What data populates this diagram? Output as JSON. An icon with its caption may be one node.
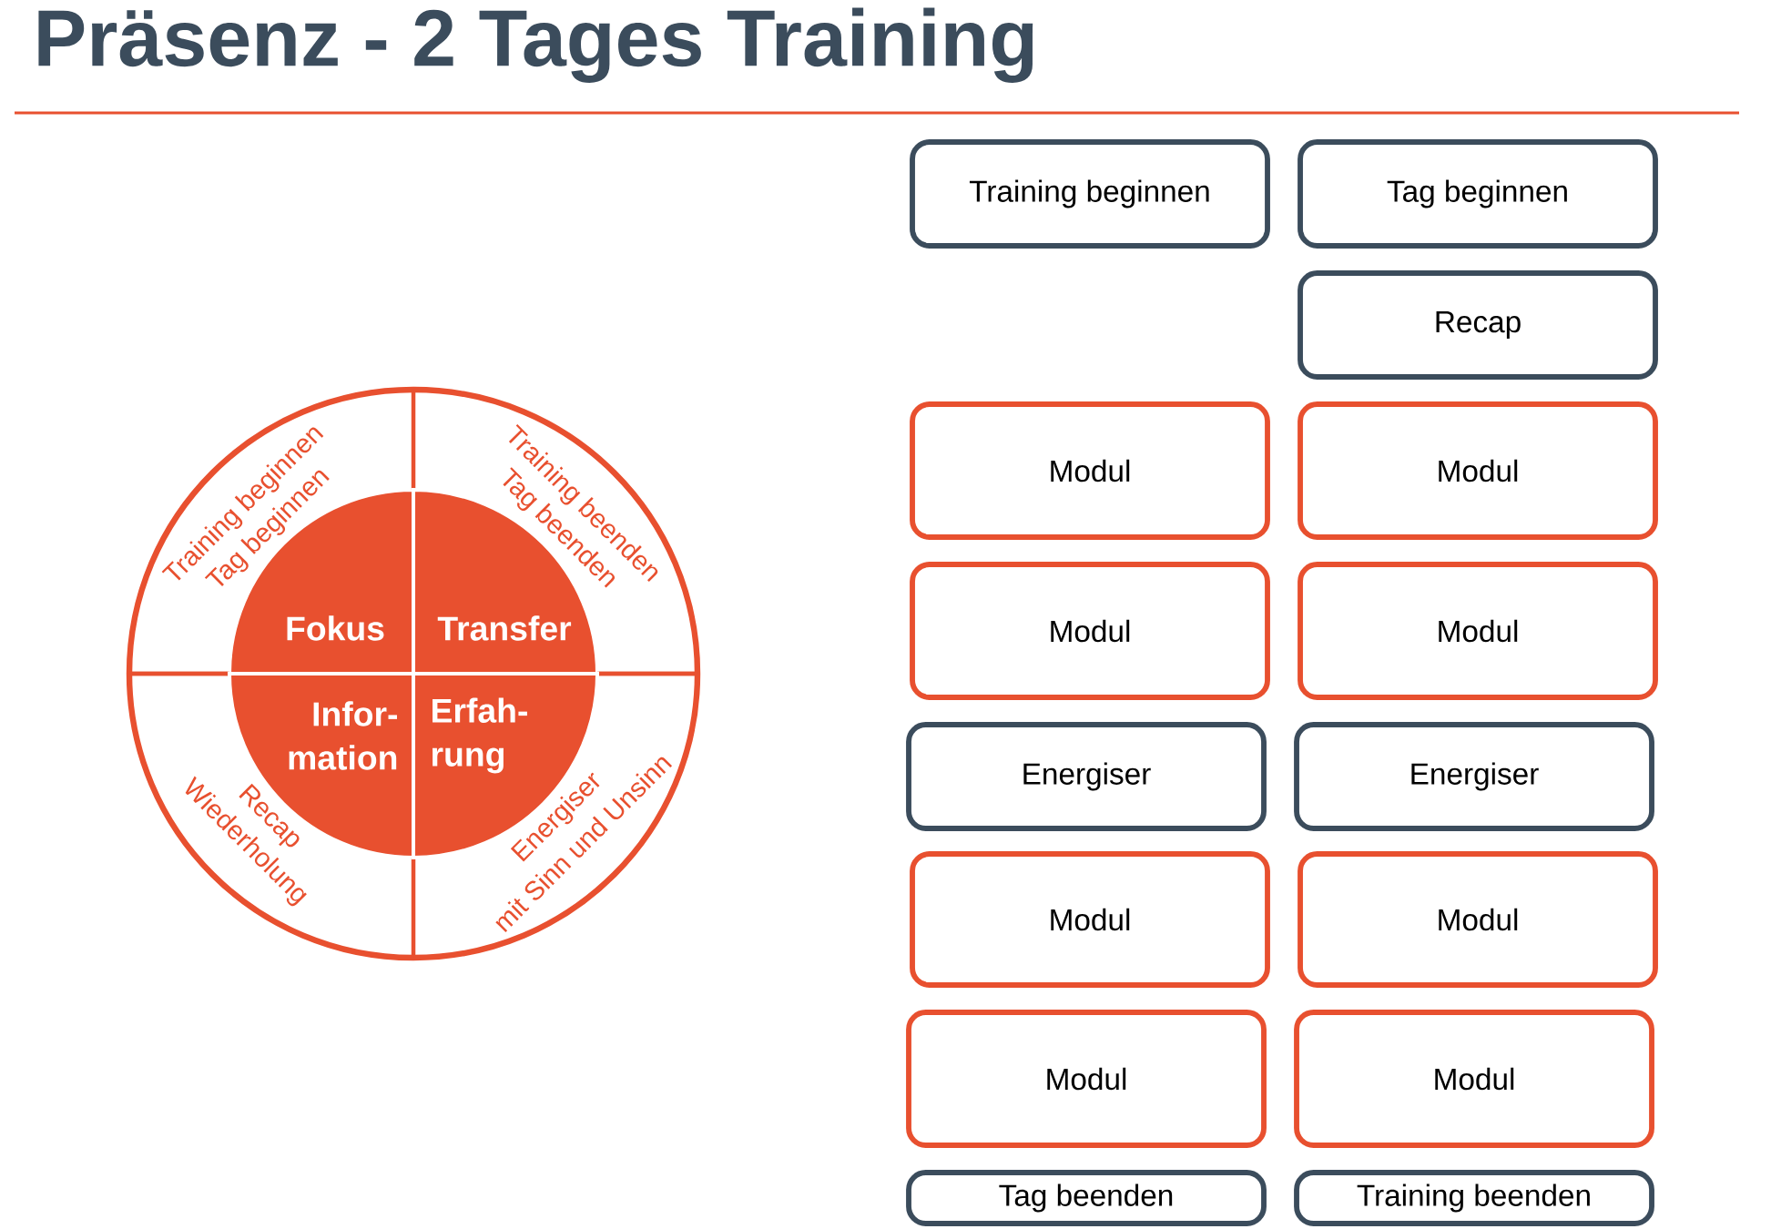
{
  "diagram": {
    "title": "Präsenz - 2 Tages Training",
    "nodes": [
      {
        "text": [
          "Training beginnen",
          "Tag beginnen"
        ]
      },
      {
        "text": [
          "Fokus"
        ],
        "in": 0
      },
      {
        "text": [
          "Training beenden",
          "Tag beenden"
        ]
      },
      {
        "text": [
          "Transfer"
        ],
        "in": 2
      },
      {
        "text": [
          "Recap",
          "Wiederholung"
        ]
      },
      {
        "text": [
          "Infor- mation"
        ],
        "in": 4
      },
      {
        "text": [
          "Energiser",
          "mit Sinn und Unsinn"
        ]
      },
      {
        "text": [
          "Erfah- rung"
        ],
        "in": 6
      },
      {
        "text": [
          "Training beginnen"
        ]
      },
      {
        "text": [
          "Tag beginnen"
        ]
      },
      {
        "text": [
          "Recap"
        ]
      },
      {
        "text": [
          "Modul"
        ]
      },
      {
        "text": [
          "Modul"
        ]
      },
      {
        "text": [
          "Modul"
        ]
      },
      {
        "text": [
          "Modul"
        ]
      },
      {
        "text": [
          "Energiser"
        ]
      },
      {
        "text": [
          "Energiser"
        ]
      },
      {
        "text": [
          "Modul"
        ]
      },
      {
        "text": [
          "Modul"
        ]
      },
      {
        "text": [
          "Modul"
        ]
      },
      {
        "text": [
          "Modul"
        ]
      },
      {
        "text": [
          "Tag beenden"
        ]
      },
      {
        "text": [
          "Training beenden"
        ]
      }
    ]
  }
}
